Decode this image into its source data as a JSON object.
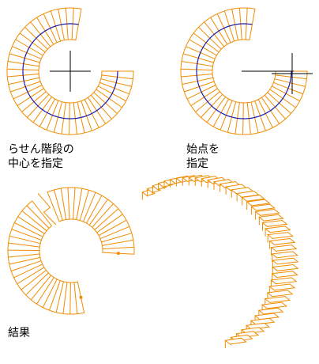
{
  "captions": {
    "step1": "らせん階段の\n中心を指定",
    "step2": "始点を\n指定",
    "step3": "結果"
  },
  "colors": {
    "stair": "#f08c00",
    "path": "#1a1aaa",
    "crosshair": "#000000",
    "background": "#ffffff"
  }
}
